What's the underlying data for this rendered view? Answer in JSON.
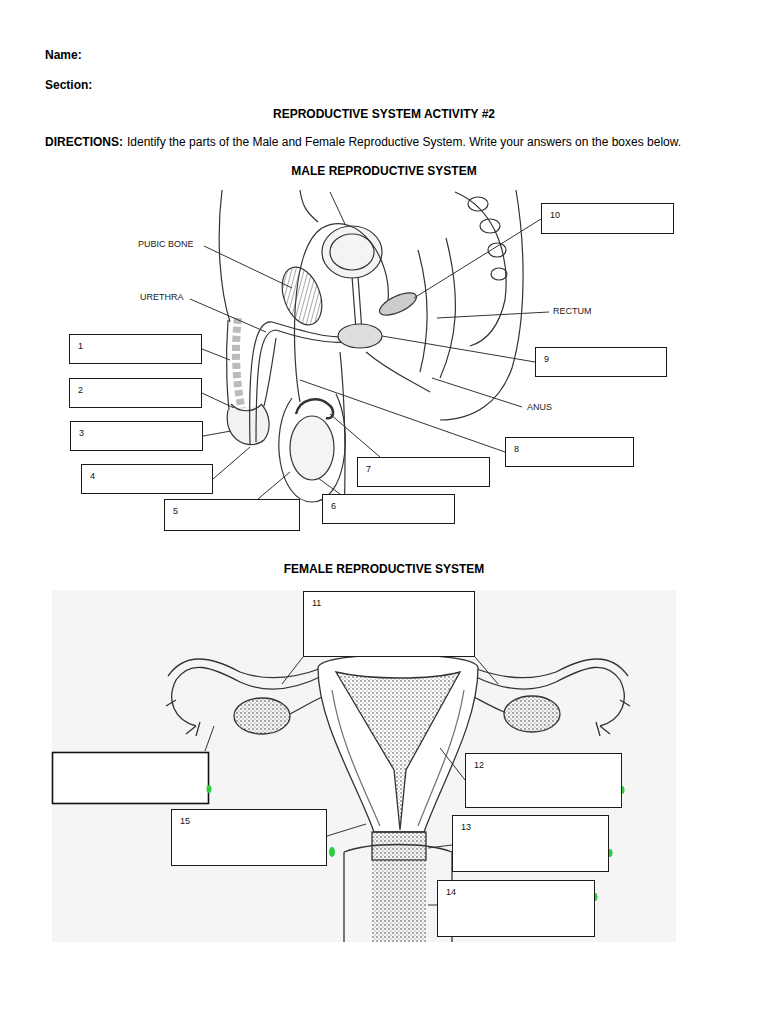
{
  "diagram": {
    "title": "REPRODUCTIVE SYSTEM ACTIVITY #2",
    "nodes": [
      {
        "text": [
          "10"
        ]
      },
      {
        "text": [
          "1"
        ]
      },
      {
        "text": [
          "9"
        ]
      },
      {
        "text": [
          "2"
        ]
      },
      {
        "text": [
          "3"
        ]
      },
      {
        "text": [
          "8"
        ]
      },
      {
        "text": [
          "7"
        ]
      },
      {
        "text": [
          "4"
        ]
      },
      {
        "text": [
          "6"
        ]
      },
      {
        "text": [
          "5"
        ]
      },
      {
        "text": [
          "11"
        ]
      },
      {
        "text": [
          "12"
        ]
      },
      {
        "text": [
          "15"
        ]
      },
      {
        "text": [
          "13"
        ]
      },
      {
        "text": [
          "14"
        ]
      }
    ],
    "labels": [
      "Name:",
      "Section:",
      "DIRECTIONS:",
      "Identify the parts of the Male and Female Reproductive System. Write your answers on the boxes below.",
      "MALE REPRODUCTIVE SYSTEM",
      "PUBIC BONE",
      "URETHRA",
      "RECTUM",
      "ANUS",
      "FEMALE REPRODUCTIVE SYSTEM"
    ]
  }
}
